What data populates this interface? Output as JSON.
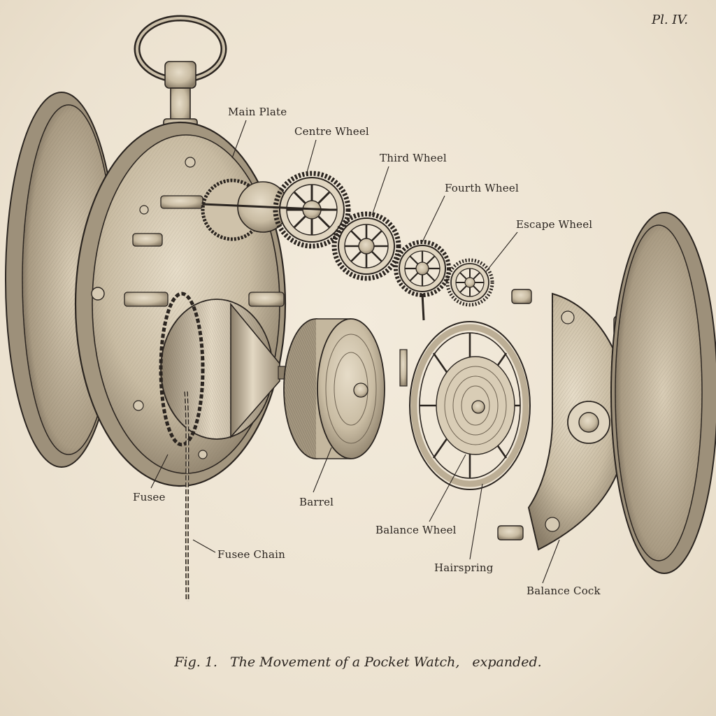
{
  "plate_number": "Pl. IV.",
  "caption": {
    "figure": "Fig. 1.",
    "title": "The Movement of a Pocket Watch,",
    "subtitle": "expanded."
  },
  "labels": {
    "main_plate": "Main Plate",
    "centre_wheel": "Centre Wheel",
    "third_wheel": "Third Wheel",
    "fourth_wheel": "Fourth Wheel",
    "escape_wheel": "Escape Wheel",
    "fusee": "Fusee",
    "fusee_chain": "Fusee Chain",
    "barrel": "Barrel",
    "balance_wheel": "Balance Wheel",
    "hairspring": "Hairspring",
    "balance_cock": "Balance Cock"
  },
  "colors": {
    "paper": "#efe6d6",
    "ink": "#2b2520",
    "metal_light": "#d8ccb6",
    "metal_mid": "#b9ab92",
    "metal_dark": "#6f6352"
  }
}
